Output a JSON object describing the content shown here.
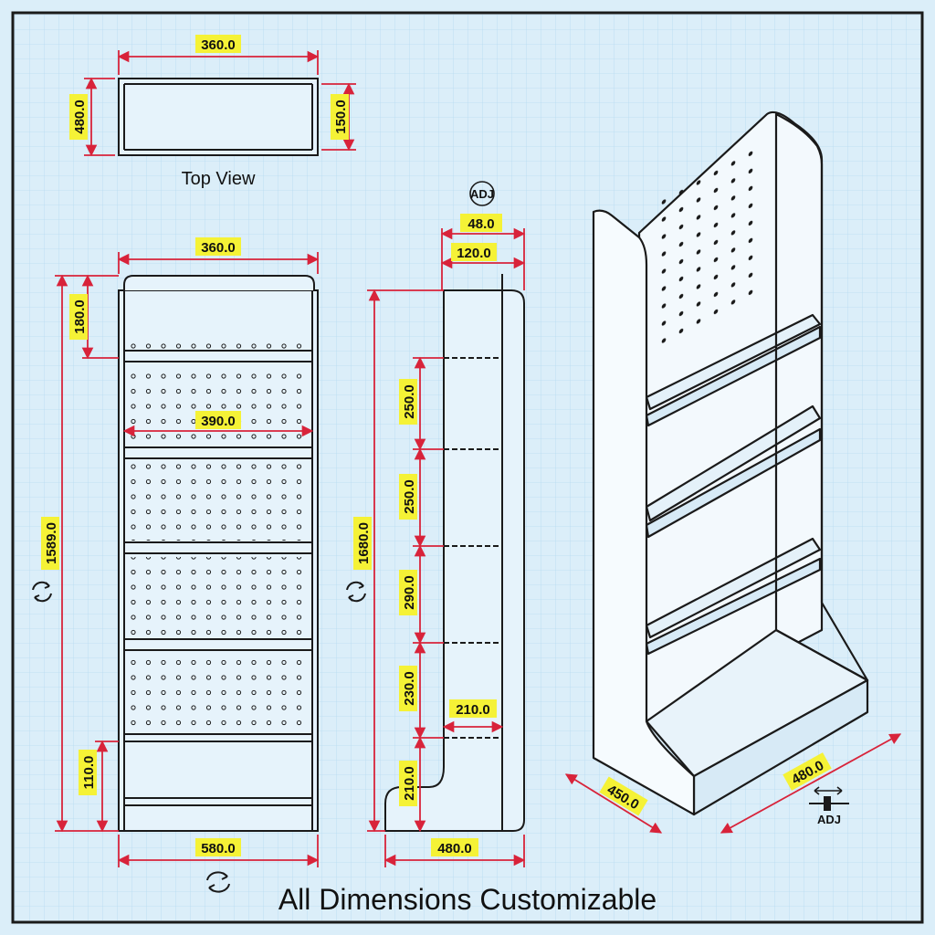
{
  "title": "All Dimensions Customizable",
  "top_view": {
    "label": "Top View",
    "width": "360.0",
    "depth": "480.0",
    "inner_depth": "150.0"
  },
  "front_view": {
    "top_width": "360.0",
    "header_height": "180.0",
    "inner_width": "390.0",
    "total_height": "1589.0",
    "base_height": "110.0",
    "bottom_width": "580.0"
  },
  "side_view": {
    "adj_label": "ADJ",
    "top_depth": "48.0",
    "upper_depth": "120.0",
    "total_height": "1680.0",
    "gap_1": "250.0",
    "gap_2": "250.0",
    "gap_3": "290.0",
    "gap_4": "230.0",
    "step_depth": "210.0",
    "step_height": "210.0",
    "bottom_depth": "480.0"
  },
  "iso_view": {
    "depth": "450.0",
    "width": "480.0",
    "adj_label": "ADJ"
  },
  "colors": {
    "background": "#dbeef9",
    "grid": "#a9d3ee",
    "dimension": "#d8233a",
    "label_fill": "#f5f236",
    "outline": "#1a1a1a"
  }
}
